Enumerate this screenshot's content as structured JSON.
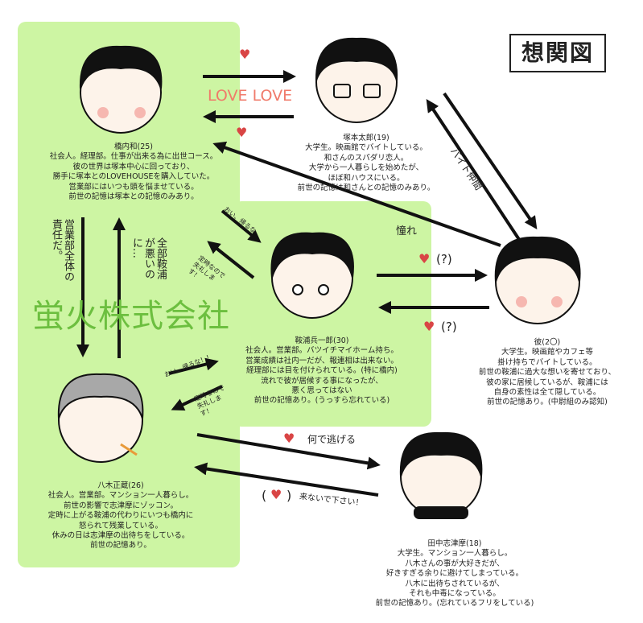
{
  "title": "想関図",
  "company": "蛍火株式会社",
  "colors": {
    "panel": "#cdf5a3",
    "company_text": "#6cbf3f",
    "love_text": "#f07a6a",
    "heart": "#d94545"
  },
  "characters": {
    "hashiuchi": {
      "lines": [
        "橋内和(25)",
        "社会人。経理部。仕事が出来る為に出世コース。",
        "彼の世界は塚本中心に回っており、",
        "勝手に塚本とのLOVEHOUSEを購入していた。",
        "営業部にはいつも頭を悩ませている。",
        "前世の記憶は塚本との記憶のみあり。"
      ]
    },
    "tsukamoto": {
      "lines": [
        "塚本太郎(19)",
        "大学生。映画館でバイトしている。",
        "和さんのスパダリ恋人。",
        "大学から一人暮らしを始めたが、",
        "ほぼ和ハウスにいる。",
        "前世の記憶は和さんとの記憶のみあり。"
      ]
    },
    "kurai": {
      "lines": [
        "鞍浦兵一郎(30)",
        "社会人。営業部。バツイチマイホーム持ち。",
        "営業成績は社内一だが、報連相は出来ない。",
        "経理部には目を付けられている。(特に橋内)",
        "流れで彼が居候する事になったが、",
        "悪く思ってはない",
        "前世の記憶あり。(うっすら忘れている)"
      ]
    },
    "kare": {
      "lines": [
        "彼(2〇)",
        "大学生。映画館やカフェ等",
        "掛け持ちでバイトしている。",
        "前世の鞍浦に過大な想いを寄せており、",
        "彼の家に居候しているが、鞍浦には",
        "自身の素性は全て隠している。",
        "前世の記憶あり。(中尉組のみ認知)"
      ]
    },
    "yagi": {
      "lines": [
        "八木正蔵(26)",
        "社会人。営業部。マンション一人暮らし。",
        "前世の影響で志津摩にゾッコン。",
        "定時に上がる鞍浦の代わりにいつも橋内に",
        "怒られて残業している。",
        "休みの日は志津摩の出待ちをしている。",
        "前世の記憶あり。"
      ]
    },
    "tanaka": {
      "lines": [
        "田中志津摩(18)",
        "大学生。マンション一人暮らし。",
        "八木さんの事が大好きだが、",
        "好きすぎる余りに避けてしまっている。",
        "八木に出待ちされているが、",
        "それも中毒になっている。",
        "前世の記憶あり。(忘れているフリをしている)"
      ]
    }
  },
  "labels": {
    "love_love": "LOVE LOVE",
    "akogare": "憧れ",
    "baito_nakama": "バイト仲間",
    "question1": "(?)",
    "question2": "(?)",
    "oi_kaeruna": "おい、帰るな",
    "teiji1": "定時なので失礼します！",
    "oi_kaeruna2": "おい、帰るな！！",
    "teiji2": "定時なので失礼します！",
    "eigyo_sekinin": "営業部全体の責任だ。",
    "kurai_warui": "全部鞍浦が悪いのに…",
    "nande_nigeru": "何で逃げる",
    "konaide_l": "(",
    "konaide_r": ")",
    "konaide": "来ないで下さい！"
  }
}
